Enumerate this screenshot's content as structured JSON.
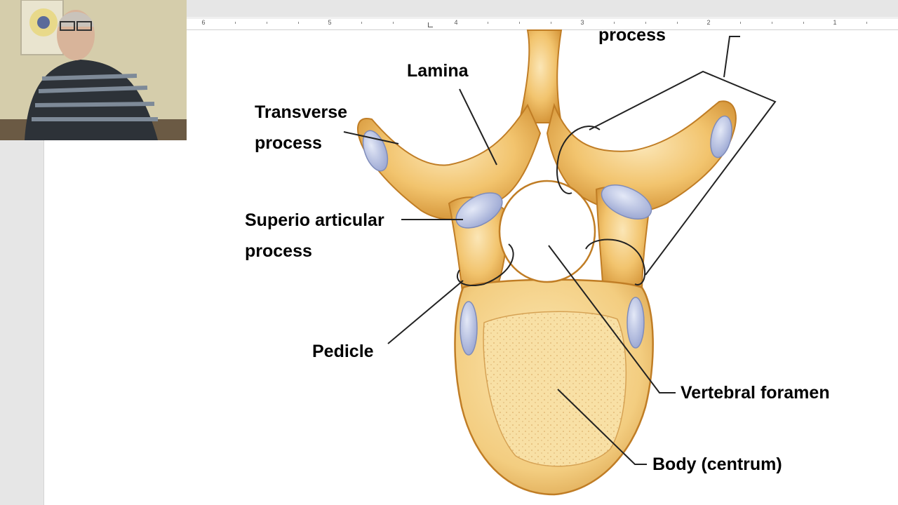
{
  "ruler": {
    "numbers": [
      "6",
      "5",
      "4",
      "3",
      "2",
      "1"
    ]
  },
  "diagram": {
    "labels": {
      "top_process": "process",
      "lamina": "Lamina",
      "transverse_line1": "Transverse",
      "transverse_line2": "process",
      "superior_line1": "Superio articular",
      "superior_line2": "process",
      "pedicle": "Pedicle",
      "foramen": "Vertebral foramen",
      "body": "Body (centrum)"
    }
  },
  "colors": {
    "bone_light": "#f7d89a",
    "bone_mid": "#eeb45c",
    "bone_dark": "#c98a2e",
    "cartilage": "#b7c1e3",
    "leader": "#222222"
  },
  "webcam": {
    "icon": "presenter-video-feed"
  }
}
